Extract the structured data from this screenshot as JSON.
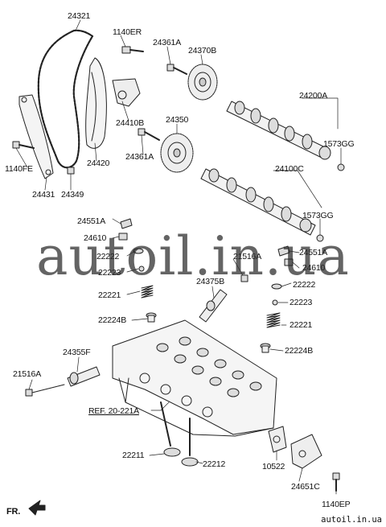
{
  "parts": {
    "p24321": "24321",
    "p1140ER": "1140ER",
    "p24361A_top": "24361A",
    "p24370B": "24370B",
    "p24200A": "24200A",
    "p24410B": "24410B",
    "p24350": "24350",
    "p1573GG_top": "1573GG",
    "p24361A_mid": "24361A",
    "p24420": "24420",
    "p1140FE": "1140FE",
    "p24431": "24431",
    "p24349": "24349",
    "p24100C": "24100C",
    "p1573GG_mid": "1573GG",
    "p24551A_left": "24551A",
    "p24610_left": "24610",
    "p22222_left": "22222",
    "p22223_left": "22223",
    "p21516A_right": "21516A",
    "p24551A_right": "24551A",
    "p24610_right": "24610",
    "p24375B": "24375B",
    "p22222_right": "22222",
    "p22221_left": "22221",
    "p22223_right": "22223",
    "p22224B_left": "22224B",
    "p22221_right": "22221",
    "p24355F": "24355F",
    "p22224B_right": "22224B",
    "p21516A_left": "21516A",
    "ref": "REF. 20-221A",
    "p22211": "22211",
    "p22212": "22212",
    "p10522": "10522",
    "p24651C": "24651C",
    "p1140EP": "1140EP",
    "fr": "FR."
  },
  "watermark": "autoil.in.ua",
  "site_tag": "autoil.in.ua"
}
